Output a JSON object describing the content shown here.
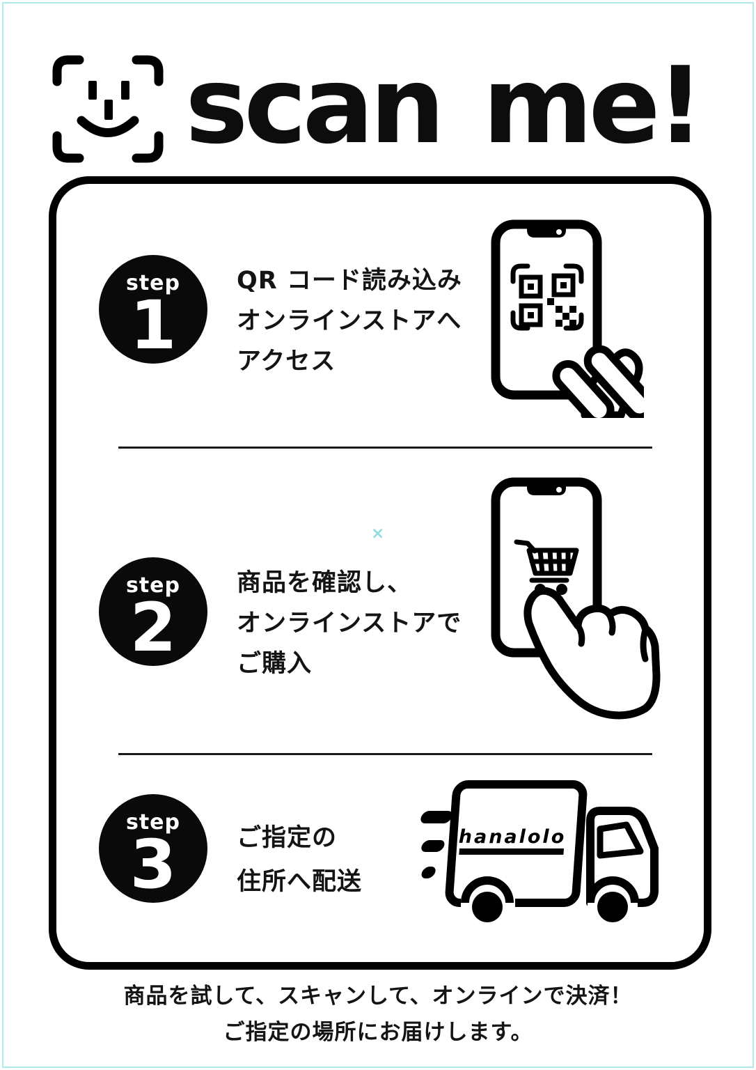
{
  "header": {
    "logo": {
      "word1": "scan",
      "word2": "me!"
    }
  },
  "steps": [
    {
      "label": "step",
      "number": "1",
      "lines": [
        "QR コード読み込み",
        "オンラインストアへ",
        "アクセス"
      ],
      "icon": "phone-qr-scan"
    },
    {
      "label": "step",
      "number": "2",
      "lines": [
        "商品を確認し、",
        "オンラインストアで",
        "ご購入"
      ],
      "icon": "phone-cart-tap"
    },
    {
      "label": "step",
      "number": "3",
      "lines": [
        "ご指定の",
        "住所へ配送"
      ],
      "icon": "delivery-truck"
    }
  ],
  "truck": {
    "brand": "hanalolo"
  },
  "footer": {
    "lines": [
      "商品を試して、スキャンして、オンラインで決済！",
      "ご指定の場所にお届けします。"
    ]
  },
  "watermark": {
    "glyph": "×"
  },
  "colors": {
    "ink": "#000000",
    "page_border": "#aeeaea",
    "watermark": "#8fdede"
  }
}
